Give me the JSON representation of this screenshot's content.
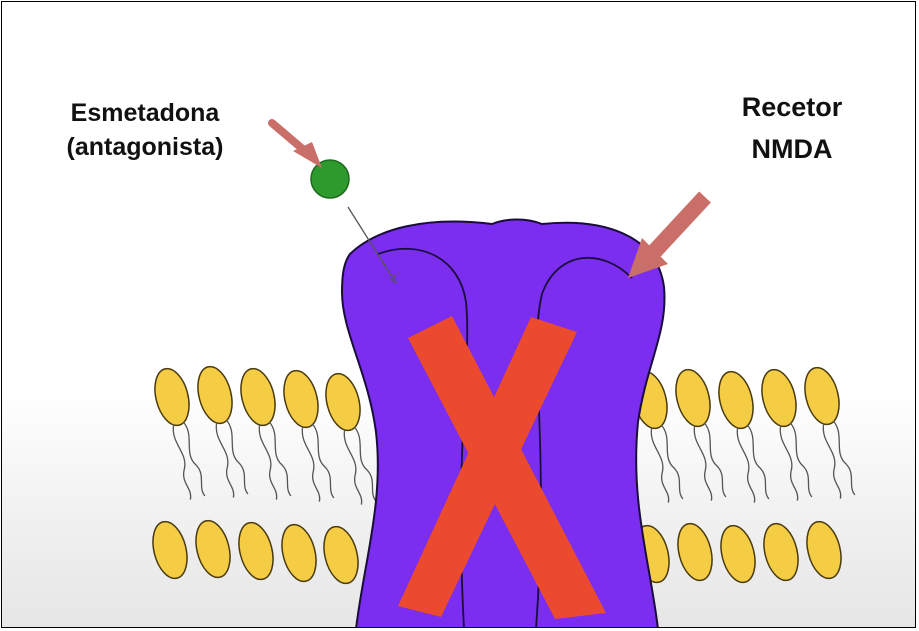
{
  "labels": {
    "antagonist_line1": "Esmetadona",
    "antagonist_line2": "(antagonista)",
    "receptor_line1": "Recetor",
    "receptor_line2": "NMDA"
  },
  "colors": {
    "receptor_fill": "#7b2df0",
    "receptor_outline": "#1a0d3a",
    "cross_mark": "#ec4a2e",
    "antagonist_molecule": "#2e9a2e",
    "pointer_arrows": "#c96e68",
    "lipid_heads": "#f4cd45",
    "lipid_tails": "#555555"
  },
  "icons": {
    "blocked_mark": "red-x-icon",
    "antagonist": "green-molecule-icon"
  }
}
